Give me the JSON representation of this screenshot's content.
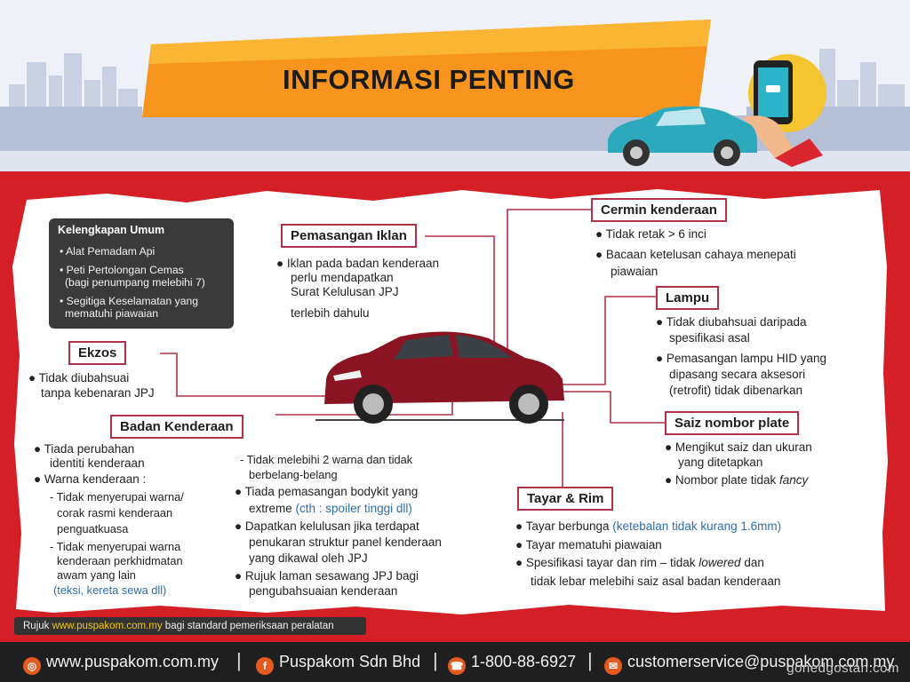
{
  "banner": {
    "title": "INFORMASI PENTING"
  },
  "kelengkapan": {
    "title": "Kelengkapan Umum",
    "items": [
      "Alat Pemadam Api",
      "Peti Pertolongan Cemas",
      "(bagi penumpang melebihi 7)",
      "Segitiga Keselamatan yang",
      "mematuhi piawaian"
    ]
  },
  "iklan": {
    "label": "Pemasangan Iklan",
    "lines": [
      "Iklan pada badan kenderaan",
      "perlu mendapatkan",
      "Surat Kelulusan JPJ",
      "terlebih dahulu"
    ]
  },
  "cermin": {
    "label": "Cermin kenderaan",
    "item1": "Tidak retak > 6 inci",
    "item2a": "Bacaan ketelusan cahaya menepati",
    "item2b": "piawaian"
  },
  "lampu": {
    "label": "Lampu",
    "item1a": "Tidak diubahsuai daripada",
    "item1b": "spesifikasi asal",
    "item2a": "Pemasangan lampu HID yang",
    "item2b": "dipasang secara aksesori",
    "item2c": "(retrofit) tidak dibenarkan"
  },
  "ekzos": {
    "label": "Ekzos",
    "line1": "Tidak diubahsuai",
    "line2": "tanpa kebenaran JPJ"
  },
  "badan": {
    "label": "Badan Kenderaan",
    "l1": "Tiada perubahan",
    "l2": "identiti kenderaan",
    "l3": "Warna kenderaan :",
    "l4": "- Tidak menyerupai warna/",
    "l5": "corak rasmi kenderaan",
    "l6": "penguatkuasa",
    "l7": "- Tidak menyerupai warna",
    "l8": "kenderaan perkhidmatan",
    "l9": "awam yang lain",
    "l10": "(teksi, kereta sewa dll)",
    "m1": "- Tidak melebihi 2 warna dan tidak",
    "m2": "berbelang-belang",
    "m3": "Tiada pemasangan bodykit yang",
    "m4": "extreme",
    "m4b": "(cth : spoiler tinggi dll)",
    "m5": "Dapatkan kelulusan jika terdapat",
    "m6": "penukaran struktur panel kenderaan",
    "m7": "yang dikawal oleh JPJ",
    "m8": "Rujuk laman sesawang JPJ bagi",
    "m9": "pengubahsuaian kenderaan"
  },
  "saiz": {
    "label": "Saiz nombor plate",
    "l1": "Mengikut saiz dan ukuran",
    "l2": "yang ditetapkan",
    "l3": "Nombor plate tidak",
    "l3b": "fancy"
  },
  "tayar": {
    "label": "Tayar & Rim",
    "l1": "Tayar berbunga",
    "l1b": "(ketebalan tidak kurang 1.6mm)",
    "l2": "Tayar mematuhi piawaian",
    "l3": "Spesifikasi tayar dan rim  – tidak",
    "l3b": "lowered",
    "l3c": "dan",
    "l4": "tidak lebar melebihi saiz asal badan kenderaan"
  },
  "ref": {
    "pre": "Rujuk",
    "link": "www.puspakom.com.my",
    "post": "bagi standard pemeriksaan peralatan"
  },
  "footer": {
    "web": "www.puspakom.com.my",
    "fb": "Puspakom Sdn Bhd",
    "phone": "1-800-88-6927",
    "email": "customerservice@puspakom.com.my",
    "sep": "|"
  },
  "watermark": "gonedgostan.com",
  "colors": {
    "red": "#d41f26",
    "banner": "#f7941d",
    "banner_top": "#fbb534",
    "car": "#8a1422",
    "line": "#b23146"
  }
}
